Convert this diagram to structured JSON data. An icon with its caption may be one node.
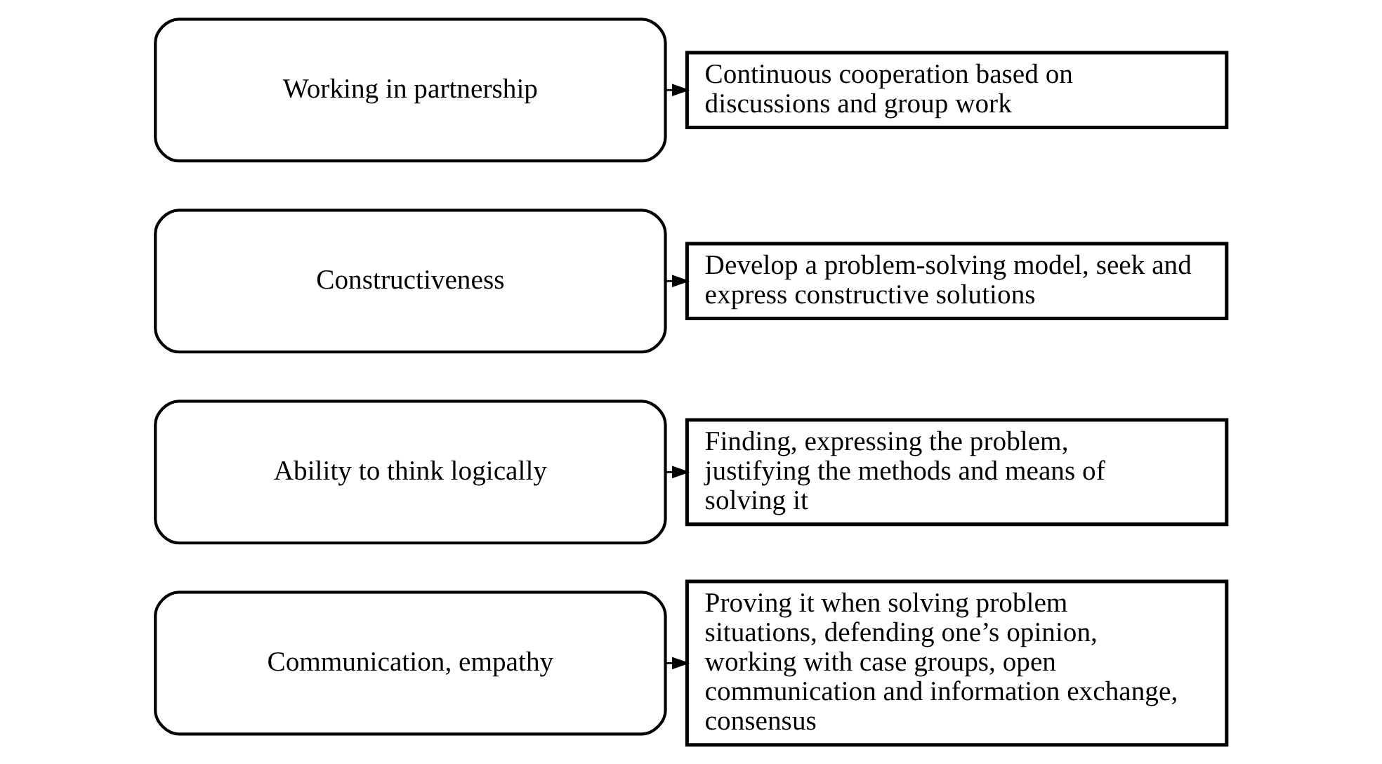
{
  "diagram": {
    "nodes": [
      {
        "text": [
          "Communication, empathy"
        ]
      },
      {
        "text": [
          "Proving it when solving problem situations, defending one’s opinion, working with case groups, open communication and information exchange, consensus"
        ]
      },
      {
        "text": [
          "Ability to think logically"
        ]
      },
      {
        "text": [
          "Finding, expressing the problem, justifying the methods and means of solving it"
        ]
      },
      {
        "text": [
          "Constructiveness"
        ]
      },
      {
        "text": [
          "Develop a problem-solving model, seek and express constructive solutions"
        ]
      },
      {
        "text": [
          "Working in partnership"
        ]
      },
      {
        "text": [
          "Continuous cooperation based on discussions and group work"
        ]
      }
    ],
    "edges": [
      {
        "from": 0,
        "to": 1,
        "arrow": "to"
      },
      {
        "from": 2,
        "to": 3,
        "arrow": "to"
      },
      {
        "from": 4,
        "to": 5,
        "arrow": "to"
      },
      {
        "from": 6,
        "to": 7,
        "arrow": "to"
      }
    ]
  }
}
